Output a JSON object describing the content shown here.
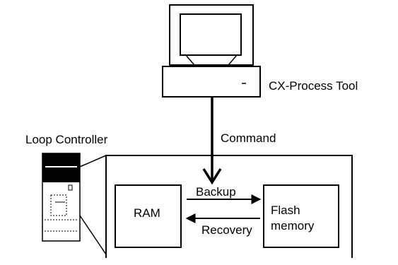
{
  "computer": {
    "label": "CX-Process Tool"
  },
  "command_label": "Command",
  "loop_controller": {
    "label": "Loop Controller"
  },
  "ram": {
    "label": "RAM"
  },
  "flash": {
    "label": "Flash\nmemory"
  },
  "backup_label": "Backup",
  "recovery_label": "Recovery"
}
